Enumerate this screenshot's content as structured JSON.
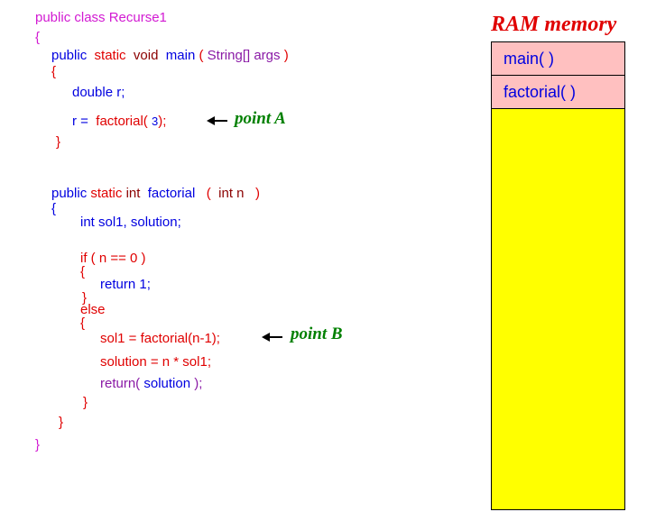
{
  "code": {
    "class_decl": "public class Recurse1",
    "brace_open": "{",
    "brace_close": "}",
    "main_sig": {
      "public": "public",
      "static": "static",
      "void": "void",
      "name": "main",
      "lparen": "(",
      "params": "String[] args",
      "rparen": ")"
    },
    "main_open": "{",
    "double_r": "double r;",
    "assign_lhs": "r =",
    "assign_call": "factorial(",
    "assign_arg": "3",
    "assign_end": ");",
    "main_close": "}",
    "fact_sig": {
      "public": "public",
      "static": "static",
      "int": "int",
      "name": "factorial",
      "lparen": "(",
      "param": "int n",
      "rparen": ")"
    },
    "fact_open": "{",
    "decl": "int sol1, solution;",
    "if_line": "if ( n == 0 )",
    "if_open": "{",
    "return1": "return 1;",
    "if_close": "}",
    "else": "else",
    "else_open": "{",
    "sol1_line": "sol1 = factorial(n-1);",
    "solution_line": "solution = n * sol1;",
    "return_kw": "return(",
    "return_val": "solution",
    "return_end": ");",
    "else_close": "}",
    "fact_close": "}"
  },
  "annotations": {
    "point_a": "point A",
    "point_b": "point B"
  },
  "ram": {
    "title": "RAM memory",
    "frames": [
      "main( )",
      "factorial( )"
    ]
  }
}
